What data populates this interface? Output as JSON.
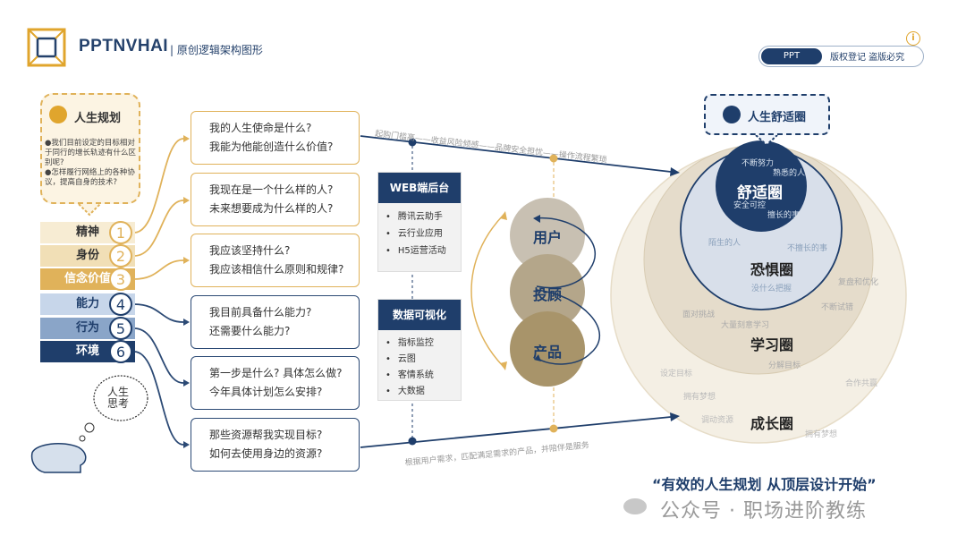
{
  "header": {
    "brand": "PPTNVHAI",
    "subtitle": "原创逻辑架构图形",
    "pill_left": "PPT",
    "pill_right": "版权登记 盗版必究",
    "info": "i"
  },
  "plan": {
    "title": "人生规划",
    "text": "●我们目前设定的目标相对于同行的增长轨迹有什么区别呢?\n●怎样履行网络上的各种协议，提高自身的技术?"
  },
  "levels": [
    {
      "label": "精神",
      "num": "1"
    },
    {
      "label": "身份",
      "num": "2"
    },
    {
      "label": "信念价值",
      "num": "3"
    },
    {
      "label": "能力",
      "num": "4"
    },
    {
      "label": "行为",
      "num": "5"
    },
    {
      "label": "环境",
      "num": "6"
    }
  ],
  "questions": [
    {
      "l1": "我的人生使命是什么?",
      "l2": "我能为他能创造什么价值?"
    },
    {
      "l1": "我现在是一个什么样的人?",
      "l2": "未来想要成为什么样的人?"
    },
    {
      "l1": "我应该坚持什么?",
      "l2": "我应该相信什么原则和规律?"
    },
    {
      "l1": "我目前具备什么能力?",
      "l2": "还需要什么能力?"
    },
    {
      "l1": "第一步是什么? 具体怎么做?",
      "l2": "今年具体计划怎么安排?"
    },
    {
      "l1": "那些资源帮我实现目标?",
      "l2": "如何去使用身边的资源?"
    }
  ],
  "think": "人生\n思考",
  "middle": [
    {
      "title": "WEB端后台",
      "items": [
        "腾讯云助手",
        "云行业应用",
        "H5运营活动"
      ]
    },
    {
      "title": "数据可视化",
      "items": [
        "指标监控",
        "云图",
        "客情系统",
        "大数据"
      ]
    }
  ],
  "circles": [
    "用户",
    "投顾",
    "产品"
  ],
  "top_arrow": "起购门槛高——收益风险倾感——品牌安全担忧——操作流程繁琐",
  "bottom_arrow": "根据用户需求，匹配满足需求的产品，并陪伴是服务",
  "comfort_tag": "人生舒适圈",
  "rings": {
    "comfort": {
      "title": "舒适圈",
      "words": [
        "不断努力",
        "熟悉的人",
        "安全可控",
        "擅长的事"
      ]
    },
    "fear": {
      "title": "恐惧圈",
      "words": [
        "陌生的人",
        "不擅长的事",
        "没什么把握"
      ]
    },
    "learn": {
      "title": "学习圈",
      "words": [
        "面对挑战",
        "大量刻意学习",
        "分解目标",
        "复盘和优化",
        "不断试错"
      ]
    },
    "grow": {
      "title": "成长圈",
      "words": [
        "设定目标",
        "拥有梦想",
        "调动资源",
        "拥有梦想",
        "合作共赢"
      ]
    }
  },
  "quote": "“有效的人生规划 从顶层设计开始”",
  "watermark": "公众号 · 职场进阶教练"
}
